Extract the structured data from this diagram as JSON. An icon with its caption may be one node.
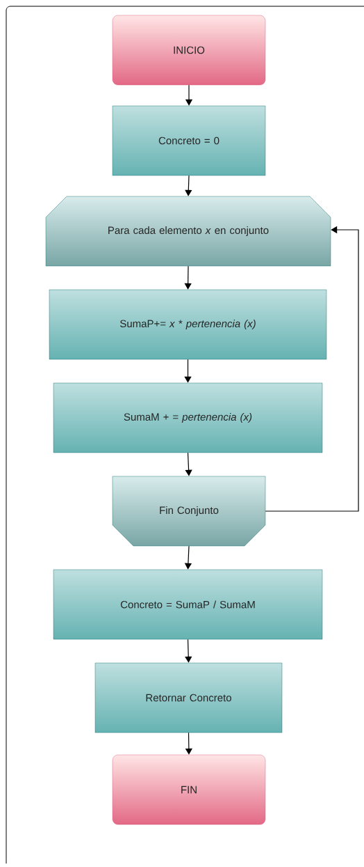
{
  "diagram": {
    "nodes": [
      {
        "text": [
          "INICIO"
        ]
      },
      {
        "text": [
          "Concreto = 0"
        ]
      },
      {
        "text": [
          "Para cada elemento *x* en conjunto"
        ]
      },
      {
        "text": [
          "SumaP+= *x* * *pertenencia (x)*"
        ]
      },
      {
        "text": [
          "SumaM + = *pertenencia (x)*"
        ]
      },
      {
        "text": [
          "Fin Conjunto"
        ]
      },
      {
        "text": [
          "Concreto = SumaP / SumaM"
        ]
      },
      {
        "text": [
          "Retornar Concreto"
        ]
      },
      {
        "text": [
          "FIN"
        ]
      }
    ],
    "edges": [
      {
        "from": 0,
        "to": 1,
        "arrow": "to"
      },
      {
        "from": 1,
        "to": 2,
        "arrow": "to"
      },
      {
        "from": 2,
        "to": 3,
        "arrow": "to"
      },
      {
        "from": 3,
        "to": 4,
        "arrow": "to"
      },
      {
        "from": 4,
        "to": 5,
        "arrow": "to"
      },
      {
        "from": 5,
        "to": 6,
        "arrow": "to"
      },
      {
        "from": 6,
        "to": 7,
        "arrow": "to"
      },
      {
        "from": 7,
        "to": 8,
        "arrow": "to"
      },
      {
        "from": 5,
        "to": 2,
        "arrow": "to"
      }
    ]
  }
}
